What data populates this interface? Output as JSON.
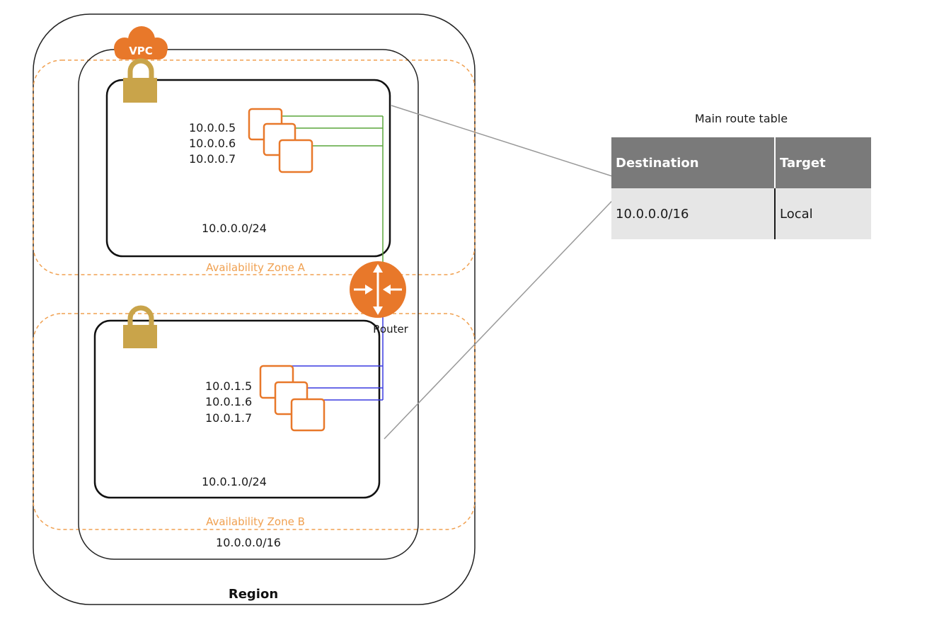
{
  "region": {
    "label": "Region"
  },
  "vpc": {
    "badge": "VPC",
    "cidr": "10.0.0.0/16"
  },
  "router": {
    "label": "Router"
  },
  "zones": [
    {
      "label": "Availability Zone A",
      "subnet_cidr": "10.0.0.0/24",
      "instances": [
        "10.0.0.5",
        "10.0.0.6",
        "10.0.0.7"
      ],
      "link_color": "#5aa63c"
    },
    {
      "label": "Availability Zone B",
      "subnet_cidr": "10.0.1.0/24",
      "instances": [
        "10.0.1.5",
        "10.0.1.6",
        "10.0.1.7"
      ],
      "link_color": "#3a3ae0"
    }
  ],
  "route_table": {
    "title": "Main route table",
    "headers": [
      "Destination",
      "Target"
    ],
    "rows": [
      [
        "10.0.0.0/16",
        "Local"
      ]
    ]
  },
  "colors": {
    "orange": "#e8782a",
    "lock": "#c9a44a",
    "az_dash": "#f0a050",
    "connector": "#999999",
    "table_header": "#7a7a7a",
    "table_row": "#e6e6e6"
  }
}
